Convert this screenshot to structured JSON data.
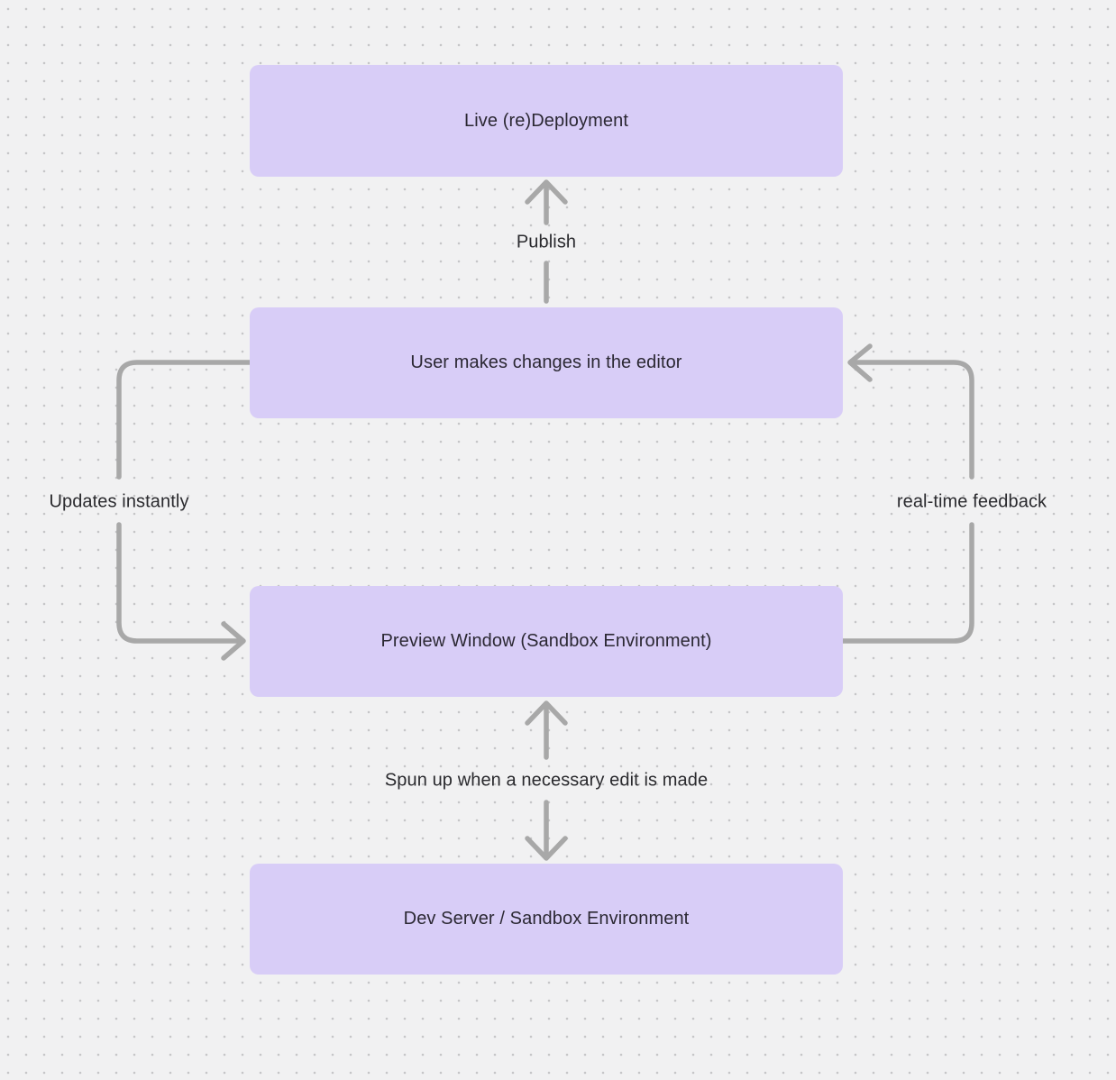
{
  "canvas": {
    "background_color": "#f1f1f2",
    "dot_color": "#c6c6c8",
    "node_fill_color": "#d8cdf7",
    "node_text_color": "#2b2833",
    "edge_color": "#a8a8a8",
    "edge_label_color": "#2a2a2e"
  },
  "nodes": [
    {
      "id": "live-redeployment",
      "label": "Live (re)Deployment"
    },
    {
      "id": "user-editor",
      "label": "User makes changes in the editor"
    },
    {
      "id": "preview-window",
      "label": "Preview Window (Sandbox Environment)"
    },
    {
      "id": "dev-server",
      "label": "Dev Server / Sandbox Environment"
    }
  ],
  "edges": [
    {
      "id": "publish",
      "label": "Publish",
      "from": "user-editor",
      "to": "live-redeployment",
      "direction": "up"
    },
    {
      "id": "updates-instantly",
      "label": "Updates instantly",
      "from": "user-editor",
      "to": "preview-window",
      "direction": "left-loop"
    },
    {
      "id": "real-time-feedback",
      "label": "real-time feedback",
      "from": "preview-window",
      "to": "user-editor",
      "direction": "right-loop"
    },
    {
      "id": "spun-up",
      "label": "Spun up when a necessary edit is made",
      "from": "preview-window",
      "to": "dev-server",
      "direction": "bidirectional"
    }
  ]
}
